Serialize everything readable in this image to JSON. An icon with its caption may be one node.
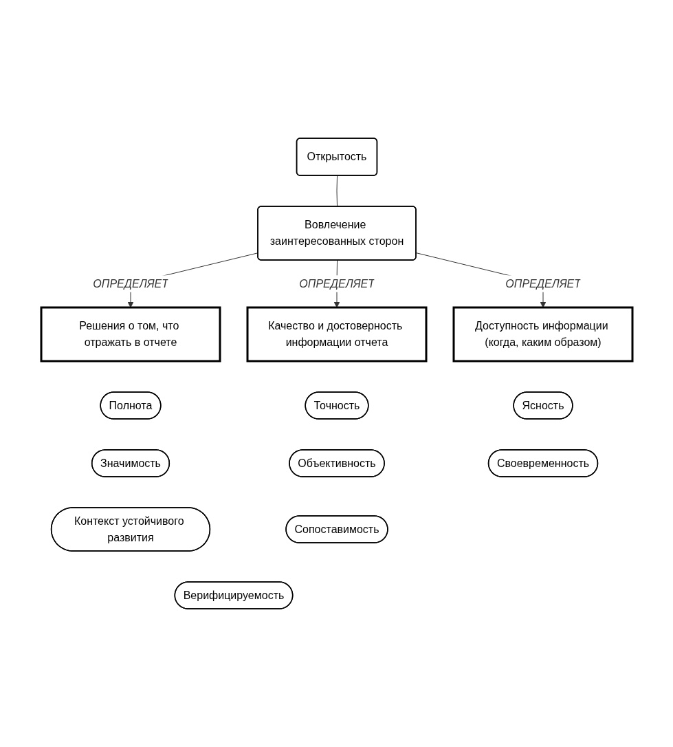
{
  "diagram": {
    "nodes": [
      {
        "text": [
          "Открытость"
        ]
      },
      {
        "text": [
          "Вовлечение заинтересованных сторон"
        ]
      },
      {
        "text": [
          "Решения о том, что отражать в отчете"
        ]
      },
      {
        "text": [
          "Качество и достоверность информации отчета"
        ]
      },
      {
        "text": [
          "Доступность информации (когда, каким образом)"
        ]
      },
      {
        "text": [
          "Полнота"
        ]
      },
      {
        "text": [
          "Точность"
        ]
      },
      {
        "text": [
          "Ясность"
        ]
      },
      {
        "text": [
          "Значимость"
        ]
      },
      {
        "text": [
          "Объективность"
        ]
      },
      {
        "text": [
          "Своевременность"
        ]
      },
      {
        "text": [
          "Контекст устойчивого развития"
        ]
      },
      {
        "text": [
          "Сопоставимость"
        ]
      },
      {
        "text": [
          "Верифицируемость"
        ]
      }
    ],
    "edges": [
      {
        "from": 0,
        "to": 1,
        "arrow": "none"
      },
      {
        "from": 1,
        "to": 2,
        "label": "ОПРЕДЕЛЯЕТ",
        "arrow": "to"
      },
      {
        "from": 1,
        "to": 3,
        "label": "ОПРЕДЕЛЯЕТ",
        "arrow": "to"
      },
      {
        "from": 1,
        "to": 4,
        "label": "ОПРЕДЕЛЯЕТ",
        "arrow": "to"
      }
    ]
  }
}
